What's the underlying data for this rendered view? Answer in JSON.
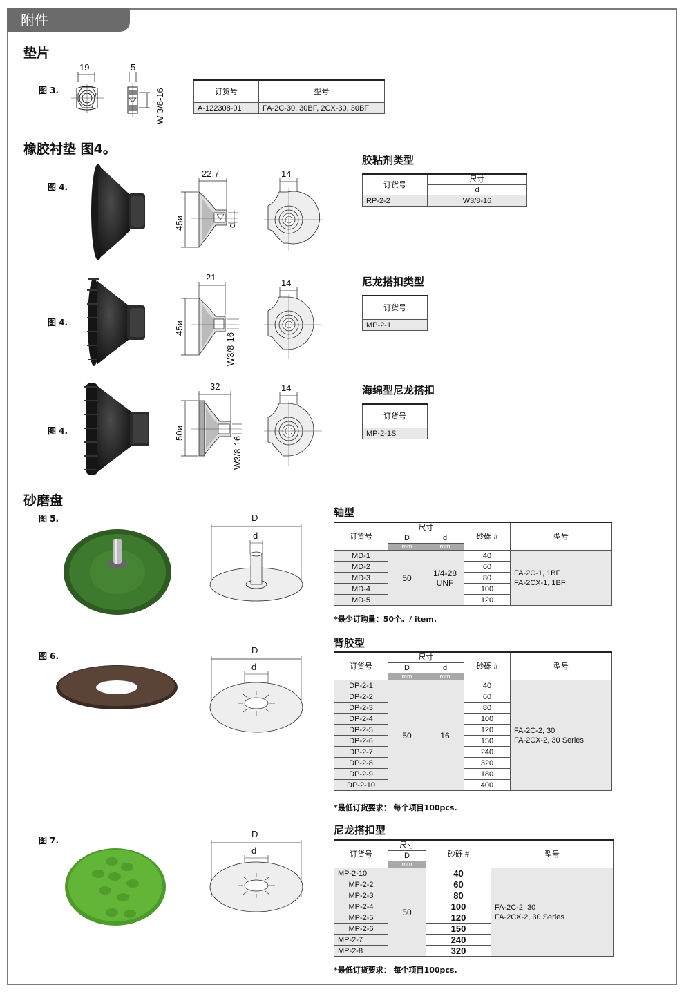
{
  "header": {
    "title": "附件"
  },
  "sections": {
    "washer": "垫片",
    "rubber_pad": "橡胶衬垫 图4。",
    "sanding_disc": "砂磨盘"
  },
  "figures": {
    "fig3": "图 3.",
    "fig4": "图 4.",
    "fig5": "图 5.",
    "fig6": "图 6.",
    "fig7": "图 7."
  },
  "dims": {
    "washer_w": "19",
    "washer_t": "5",
    "washer_thread": "W 3/8-16",
    "pad1_len": "22.7",
    "pad1_dia": "45ø",
    "pad_d": "d",
    "pad_hex": "14",
    "pad2_len": "21",
    "pad2_dia": "45ø",
    "pad2_thread": "W3/8-16",
    "pad3_len": "32",
    "pad3_dia": "50ø",
    "pad3_thread": "W3/8-16",
    "disc_D": "D",
    "disc_d": "d"
  },
  "table_washer": {
    "headers": [
      "订货号",
      "型号"
    ],
    "rows": [
      [
        "A-122308-01",
        "FA-2C-30, 30BF, 2CX-30, 30BF"
      ]
    ]
  },
  "adhesive": {
    "title": "胶粘剂类型",
    "h_order": "订货号",
    "h_size": "尺寸",
    "h_d": "d",
    "row": [
      "RP-2-2",
      "W3/8-16"
    ]
  },
  "nylon": {
    "title": "尼龙搭扣类型",
    "h_order": "订货号",
    "row": "MP-2-1"
  },
  "sponge": {
    "title": "海绵型尼龙搭扣",
    "h_order": "订货号",
    "row": "MP-2-1S"
  },
  "shaft": {
    "title": "轴型",
    "h_order": "订货号",
    "h_size": "尺寸",
    "h_D": "D",
    "h_d": "d",
    "h_mm1": "mm",
    "h_mm2": "mm",
    "h_grit": "砂砾 #",
    "h_model": "型号",
    "codes": [
      "MD-1",
      "MD-2",
      "MD-3",
      "MD-4",
      "MD-5"
    ],
    "D": "50",
    "d1": "1/4-28",
    "d2": "UNF",
    "grits": [
      "40",
      "60",
      "80",
      "100",
      "120"
    ],
    "model1": "FA-2C-1, 1BF",
    "model2": "FA-2CX-1, 1BF",
    "note": "*最少订购量：50个。/ item."
  },
  "backing": {
    "title": "背胶型",
    "h_order": "订货号",
    "h_size": "尺寸",
    "h_D": "D",
    "h_d": "d",
    "h_mm1": "mm",
    "h_mm2": "mm",
    "h_grit": "砂砾 #",
    "h_model": "型号",
    "codes": [
      "DP-2-1",
      "DP-2-2",
      "DP-2-3",
      "DP-2-4",
      "DP-2-5",
      "DP-2-6",
      "DP-2-7",
      "DP-2-8",
      "DP-2-9",
      "DP-2-10"
    ],
    "D": "50",
    "d": "16",
    "grits": [
      "40",
      "60",
      "80",
      "100",
      "120",
      "150",
      "240",
      "320",
      "180",
      "400"
    ],
    "model1": "FA-2C-2, 30",
    "model2": "FA-2CX-2, 30 Series",
    "note": "*最低订货要求：  每个项目100pcs."
  },
  "velcro": {
    "title": "尼龙搭扣型",
    "h_order": "订货号",
    "h_size": "尺寸",
    "h_D": "D",
    "h_mm": "mm",
    "h_grit": "砂砾  #",
    "h_model": "型号",
    "codes": [
      "MP-2-10",
      "MP-2-2",
      "MP-2-3",
      "MP-2-4",
      "MP-2-5",
      "MP-2-6",
      "MP-2-7",
      "MP-2-8"
    ],
    "D": "50",
    "grits": [
      "40",
      "60",
      "80",
      "100",
      "120",
      "150",
      "240",
      "320"
    ],
    "model1": "FA-2C-2, 30",
    "model2": "FA-2CX-2, 30 Series",
    "note": "*最低订货要求：  每个项目100pcs."
  }
}
